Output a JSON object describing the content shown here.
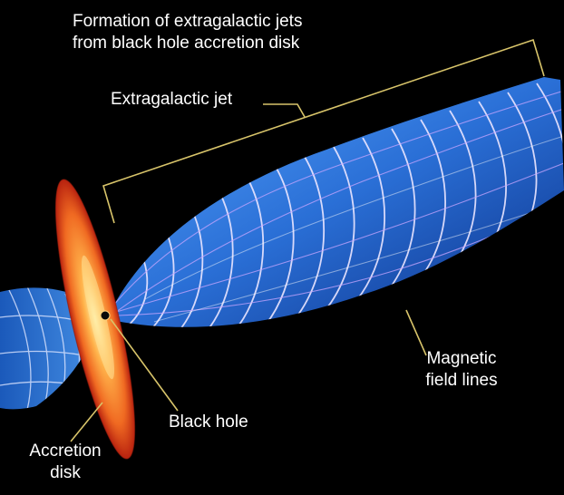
{
  "title": {
    "line1": "Formation of extragalactic jets",
    "line2": "from black hole accretion disk"
  },
  "labels": {
    "jet": "Extragalactic jet",
    "black_hole": "Black hole",
    "accretion_disk": {
      "line1": "Accretion",
      "line2": "disk"
    },
    "magnetic": {
      "line1": "Magnetic",
      "line2": "field lines"
    }
  },
  "colors": {
    "background": "#000000",
    "jet_blue": "#2a6fd6",
    "field_lines": "#e8e0ff",
    "disk_outer": "#d8301a",
    "disk_inner": "#ffb24a",
    "bracket": "#d8c46a"
  }
}
